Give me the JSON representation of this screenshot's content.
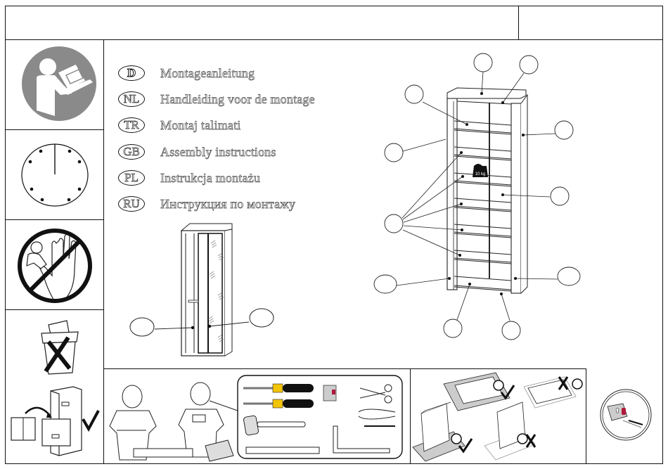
{
  "document": {
    "type": "assembly-instructions",
    "header": {
      "title": "",
      "code": ""
    },
    "languages": [
      {
        "code": "D",
        "label": "Montageanleitung"
      },
      {
        "code": "NL",
        "label": "Handleiding voor de montage"
      },
      {
        "code": "TR",
        "label": "Montaj  talimati"
      },
      {
        "code": "GB",
        "label": "Assembly instructions"
      },
      {
        "code": "PL",
        "label": "Instrukcja montażu"
      },
      {
        "code": "RU",
        "label": "Инструкция по монтажу"
      }
    ],
    "sidebar_icons": [
      {
        "name": "read-manual-icon",
        "meaning": "read instructions"
      },
      {
        "name": "clock-icon",
        "meaning": "assembly time"
      },
      {
        "name": "no-children-icon",
        "meaning": "keep away from children"
      },
      {
        "name": "do-not-discard-icon",
        "meaning": "do not throw instructions away"
      },
      {
        "name": "file-cabinet-keep-icon",
        "meaning": "keep instructions"
      }
    ],
    "cabinet_overview": {
      "part_callouts": 2
    },
    "exploded_view": {
      "part_callouts": 11,
      "load_label": "10 kg"
    },
    "tools": [
      "flat-screwdriver",
      "phillips-screwdriver",
      "rubber-mallet",
      "spirit-level",
      "wall-bracket",
      "scissors",
      "pliers",
      "pencil",
      "square"
    ],
    "workspace_tips": [
      {
        "name": "soft-surface",
        "ok": true
      },
      {
        "name": "hard-floor",
        "ok": false
      },
      {
        "name": "soft-surface-upright",
        "ok": true
      },
      {
        "name": "hard-floor-upright",
        "ok": false
      }
    ],
    "colors": {
      "line": "#111111",
      "icon_gray": "#8a8a8a",
      "accent_red": "#b0183a",
      "handle_yellow": "#f2c40a"
    }
  }
}
